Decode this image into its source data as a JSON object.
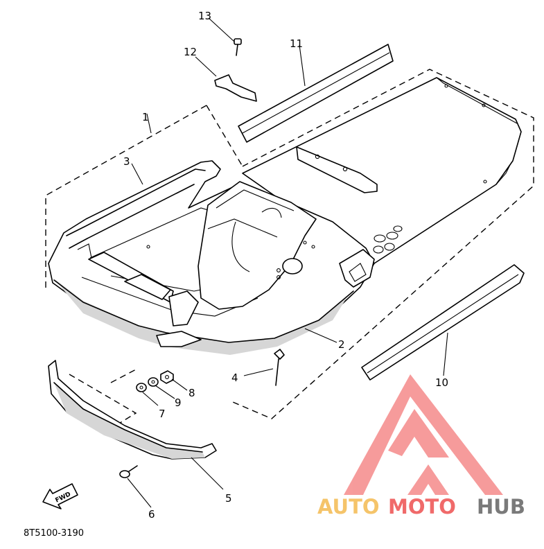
{
  "diagram": {
    "callouts": {
      "p1": "1",
      "p2": "2",
      "p3": "3",
      "p4": "4",
      "p5": "5",
      "p6": "6",
      "p7": "7",
      "p8": "8",
      "p9": "9",
      "p10": "10",
      "p11": "11",
      "p12": "12",
      "p13": "13"
    },
    "fwd_label": "FWD",
    "part_code": "8T5100-3190"
  },
  "watermark": {
    "brand_auto": "AUTO",
    "brand_moto": "MOTO",
    "brand_hub": "HUB",
    "colors": {
      "auto": "#f5c46a",
      "moto": "#f06a6a",
      "hub": "#7a7a7a",
      "logo": "#f04a4a"
    }
  }
}
